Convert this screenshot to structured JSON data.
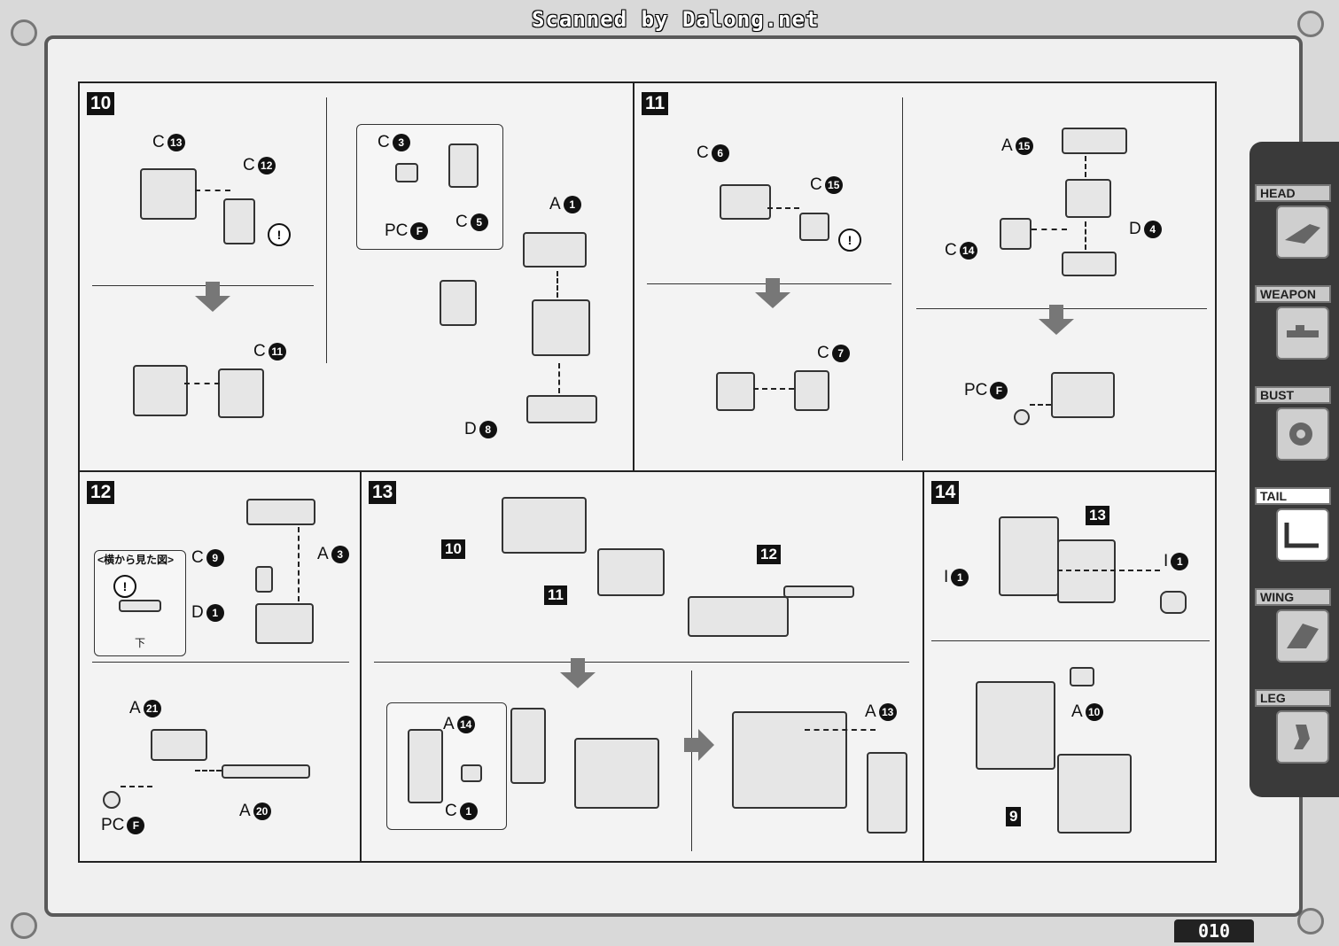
{
  "watermark": "Scanned by Dalong.net",
  "page_number": "010",
  "sidebar": {
    "tabs": [
      {
        "label": "HEAD",
        "active": false
      },
      {
        "label": "WEAPON",
        "active": false
      },
      {
        "label": "BUST",
        "active": false
      },
      {
        "label": "TAIL",
        "active": true
      },
      {
        "label": "WING",
        "active": false
      },
      {
        "label": "LEG",
        "active": false
      }
    ]
  },
  "steps": {
    "s10": {
      "number": "10",
      "parts": [
        {
          "letter": "C",
          "num": "13"
        },
        {
          "letter": "C",
          "num": "12"
        },
        {
          "letter": "C",
          "num": "11"
        },
        {
          "letter": "C",
          "num": "3"
        },
        {
          "letter": "PC",
          "num": "F"
        },
        {
          "letter": "C",
          "num": "5"
        },
        {
          "letter": "A",
          "num": "1"
        },
        {
          "letter": "D",
          "num": "8"
        }
      ]
    },
    "s11": {
      "number": "11",
      "parts": [
        {
          "letter": "C",
          "num": "6"
        },
        {
          "letter": "C",
          "num": "15"
        },
        {
          "letter": "C",
          "num": "7"
        },
        {
          "letter": "A",
          "num": "15"
        },
        {
          "letter": "C",
          "num": "14"
        },
        {
          "letter": "D",
          "num": "4"
        },
        {
          "letter": "PC",
          "num": "F"
        }
      ]
    },
    "s12": {
      "number": "12",
      "side_view_label": "<横から見た図>",
      "down_label": "下",
      "parts": [
        {
          "letter": "A",
          "num": "3"
        },
        {
          "letter": "C",
          "num": "9"
        },
        {
          "letter": "D",
          "num": "1"
        },
        {
          "letter": "A",
          "num": "21"
        },
        {
          "letter": "PC",
          "num": "F"
        },
        {
          "letter": "A",
          "num": "20"
        }
      ]
    },
    "s13": {
      "number": "13",
      "callouts": [
        "10",
        "11",
        "12"
      ],
      "parts": [
        {
          "letter": "A",
          "num": "14"
        },
        {
          "letter": "C",
          "num": "1"
        },
        {
          "letter": "A",
          "num": "13"
        }
      ]
    },
    "s14": {
      "number": "14",
      "callouts": [
        "13",
        "9"
      ],
      "parts": [
        {
          "letter": "I",
          "num": "1"
        },
        {
          "letter": "I",
          "num": "1"
        },
        {
          "letter": "A",
          "num": "10"
        }
      ]
    }
  }
}
